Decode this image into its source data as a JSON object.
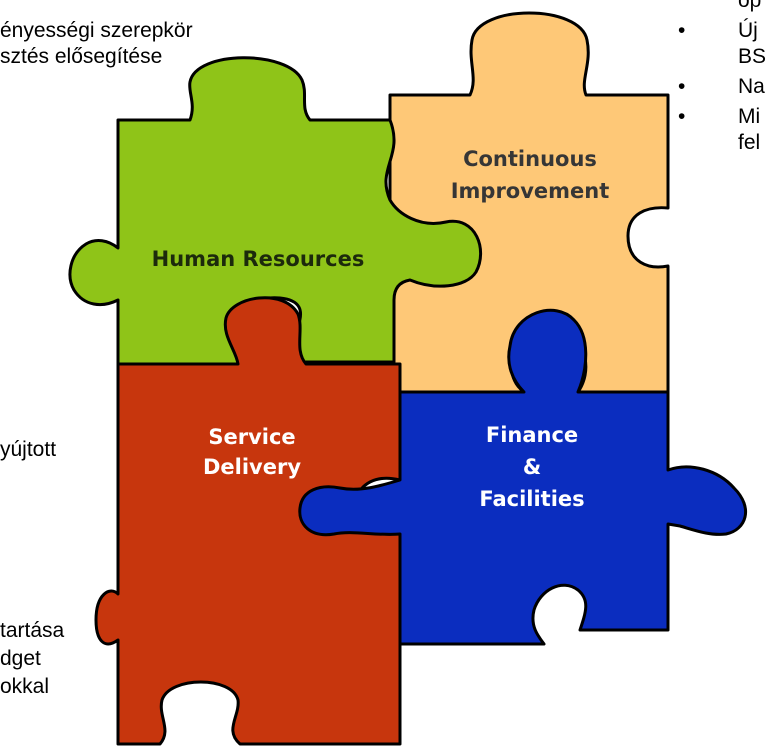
{
  "left_text": {
    "line1": "ényességi szerepkör",
    "line2": "sztés elősegítése",
    "line3": "yújtott",
    "line4": "tartása",
    "line5": "dget",
    "line6": "okkal"
  },
  "right_bullets": {
    "top_fragment": "op",
    "items": [
      {
        "bullet": "•",
        "lines": [
          "Új",
          "BS"
        ]
      },
      {
        "bullet": "•",
        "lines": [
          "Na"
        ]
      },
      {
        "bullet": "•",
        "lines": [
          "Mi",
          "fel"
        ]
      }
    ]
  },
  "puzzle": {
    "pieces": [
      {
        "id": "human-resources",
        "label_lines": [
          "Human Resources"
        ],
        "color": "#8fc418",
        "label_color": "#1c2a0c"
      },
      {
        "id": "continuous-improvement",
        "label_lines": [
          "Continuous",
          "Improvement"
        ],
        "color": "#fec877",
        "label_color": "#363636"
      },
      {
        "id": "service-delivery",
        "label_lines": [
          "Service",
          "Delivery"
        ],
        "color": "#c7360d",
        "label_color": "#ffffff"
      },
      {
        "id": "finance-facilities",
        "label_lines": [
          "Finance",
          "&",
          "Facilities"
        ],
        "color": "#0b2dbf",
        "label_color": "#ffffff"
      }
    ]
  }
}
